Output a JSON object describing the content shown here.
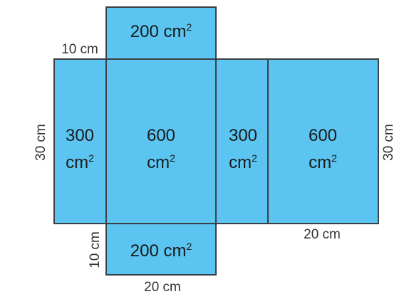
{
  "colors": {
    "face_fill": "#5bc4f1",
    "face_stroke": "#3a3f44",
    "text": "#1a1a1a"
  },
  "faces": {
    "top": {
      "value": "200 cm",
      "exp": "2"
    },
    "left": {
      "value": "300",
      "unit": "cm",
      "exp": "2"
    },
    "front": {
      "value": "600",
      "unit": "cm",
      "exp": "2"
    },
    "right": {
      "value": "300",
      "unit": "cm",
      "exp": "2"
    },
    "back": {
      "value": "600",
      "unit": "cm",
      "exp": "2"
    },
    "bottom": {
      "value": "200 cm",
      "exp": "2"
    }
  },
  "dimensions": {
    "top_left_width": "10 cm",
    "left_height": "30 cm",
    "right_height": "30 cm",
    "back_width": "20 cm",
    "bottom_depth": "10 cm",
    "bottom_width": "20 cm"
  }
}
